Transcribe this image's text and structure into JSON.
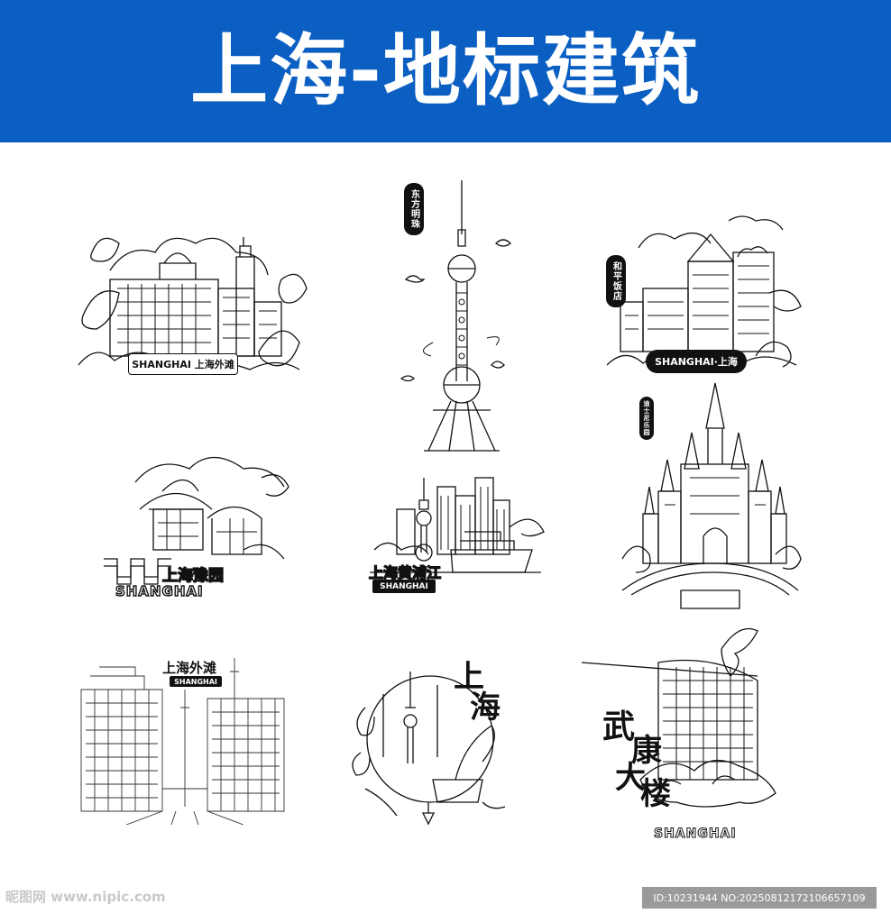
{
  "header": {
    "title": "上海-地标建筑"
  },
  "labels": {
    "bund_tag": "SHANGHAI 上海外滩",
    "oriental_pearl_tag": "东方明珠",
    "peace_hotel_tag": "和平饭店",
    "peace_hotel_banner": "SHANGHAI·上海",
    "yuyuan_cn": "上海豫园",
    "yuyuan_en": "SHANGHAI",
    "huangpu_cn": "上海黄浦江",
    "huangpu_en": "SHANGHAI",
    "disney_tag": "迪士尼乐园",
    "bund_sketch_cn": "上海外滩",
    "bund_sketch_en": "SHANGHAI",
    "shanghai_char1": "上",
    "shanghai_char2": "海",
    "wukang_char1": "武",
    "wukang_char2": "康",
    "wukang_char3": "大",
    "wukang_char4": "楼",
    "wukang_en": "SHANGHAI"
  },
  "watermark": {
    "site": "昵图网 www.nipic.com",
    "id_text": "ID:10231944 NO:20250812172106657109"
  },
  "colors": {
    "banner": "#0b5fc2",
    "ink": "#111111",
    "watermark_bg": "#9a9a9a"
  }
}
